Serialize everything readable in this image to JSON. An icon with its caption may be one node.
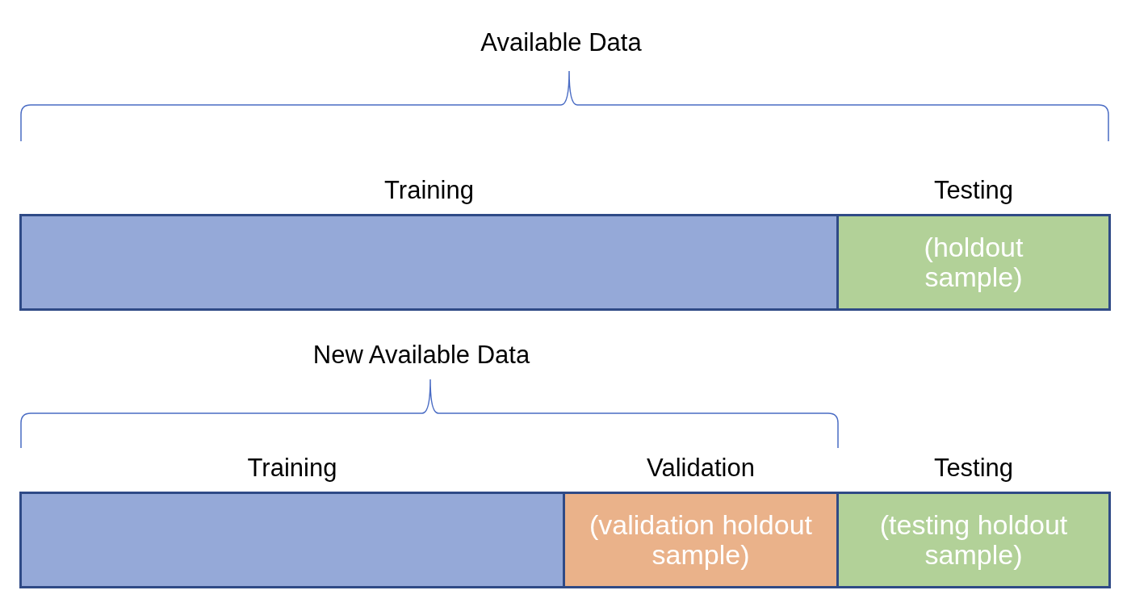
{
  "diagram": {
    "nodes": [
      {
        "text": [
          "Training"
        ]
      },
      {
        "text": [
          "Testing",
          "(holdout sample)"
        ]
      },
      {
        "text": [
          "Training"
        ]
      },
      {
        "text": [
          "Validation",
          "(validation holdout sample)"
        ]
      },
      {
        "text": [
          "Testing",
          "(testing holdout sample)"
        ]
      }
    ],
    "labels": [
      "Available Data",
      "New Available Data"
    ]
  }
}
